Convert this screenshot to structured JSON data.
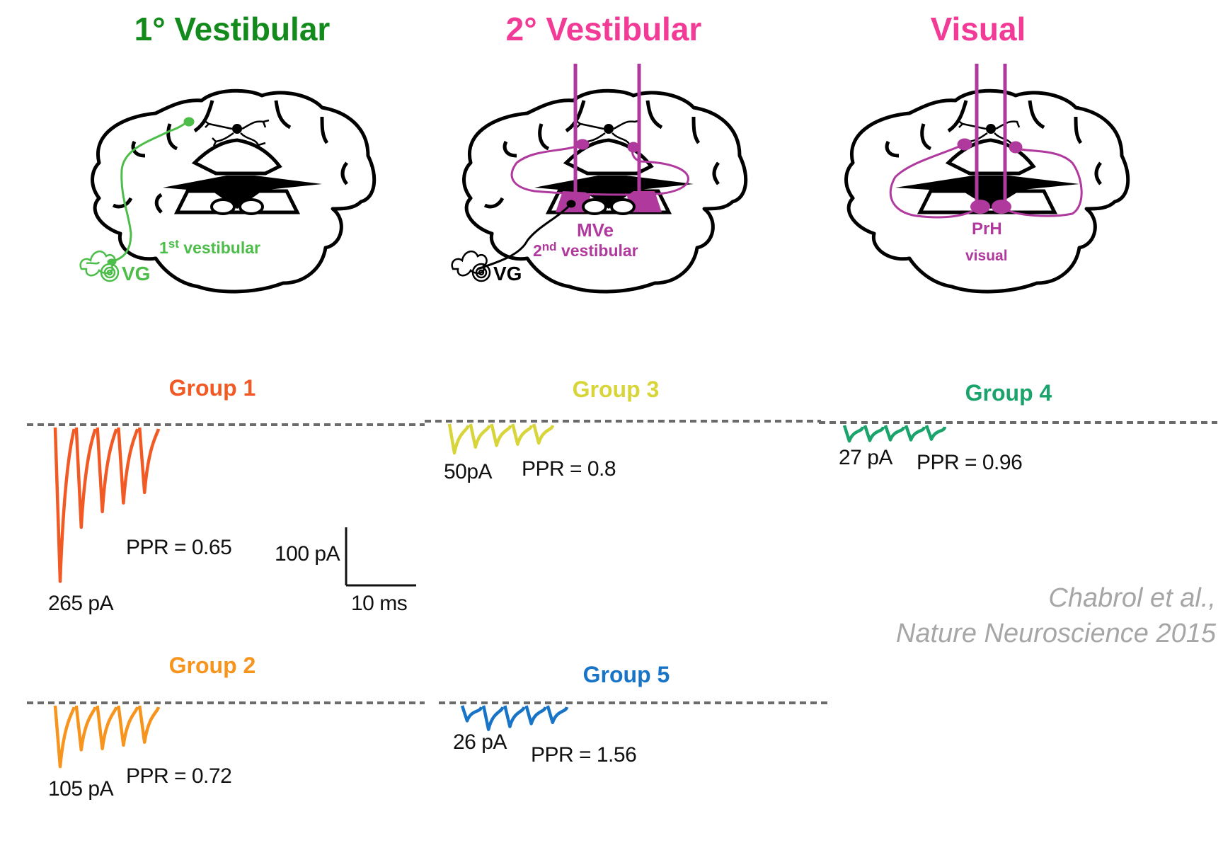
{
  "titles": [
    {
      "text": "1° Vestibular",
      "color": "#138a1c"
    },
    {
      "text": "2° Vestibular",
      "color": "#f23b96"
    },
    {
      "text": "Visual",
      "color": "#f23b96"
    }
  ],
  "diagrams": [
    {
      "label_main": "",
      "label_sub_prefix": "1",
      "label_sub_sup": "st",
      "label_sub_rest": " vestibular",
      "ganglion": "VG",
      "color": "#4dbd4a"
    },
    {
      "label_main": "MVe",
      "label_sub_prefix": "2",
      "label_sub_sup": "nd",
      "label_sub_rest": " vestibular",
      "ganglion": "VG",
      "color": "#b0399e"
    },
    {
      "label_main": "PrH",
      "label_sub_prefix": "",
      "label_sub_sup": "",
      "label_sub_rest": "visual",
      "ganglion": "",
      "color": "#b0399e"
    }
  ],
  "citation": {
    "line1": "Chabrol et al.,",
    "line2": "Nature Neuroscience 2015"
  },
  "scale_bar": {
    "amplitude_label": "100 pA",
    "time_label": "10 ms",
    "amplitude_pA": 100,
    "time_ms": 10
  },
  "chart_data": {
    "type": "line",
    "title": "",
    "xlabel": "",
    "ylabel": "",
    "baseline": "dashed",
    "series": [
      {
        "name": "Group 1",
        "color": "#f15a24",
        "first_amplitude_label": "265 pA",
        "ppr_label": "PPR = 0.65",
        "first_amplitude_pA": 265,
        "ppr": 0.65,
        "peaks_pA": [
          265,
          172,
          145,
          130,
          112
        ]
      },
      {
        "name": "Group 2",
        "color": "#f7941d",
        "first_amplitude_label": "105 pA",
        "ppr_label": "PPR = 0.72",
        "first_amplitude_pA": 105,
        "ppr": 0.72,
        "peaks_pA": [
          105,
          76,
          74,
          68,
          63
        ]
      },
      {
        "name": "Group 3",
        "color": "#d8d53a",
        "first_amplitude_label": "50pA",
        "ppr_label": "PPR = 0.8",
        "first_amplitude_pA": 50,
        "ppr": 0.8,
        "peaks_pA": [
          50,
          40,
          37,
          35,
          33
        ]
      },
      {
        "name": "Group 4",
        "color": "#1aa36b",
        "first_amplitude_label": "27 pA",
        "ppr_label": "PPR = 0.96",
        "first_amplitude_pA": 27,
        "ppr": 0.96,
        "peaks_pA": [
          27,
          26,
          25,
          25,
          24
        ]
      },
      {
        "name": "Group 5",
        "color": "#1874c6",
        "first_amplitude_label": "26 pA",
        "ppr_label": "PPR = 1.56",
        "first_amplitude_pA": 26,
        "ppr": 1.56,
        "peaks_pA": [
          26,
          41,
          36,
          31,
          29
        ]
      }
    ]
  }
}
